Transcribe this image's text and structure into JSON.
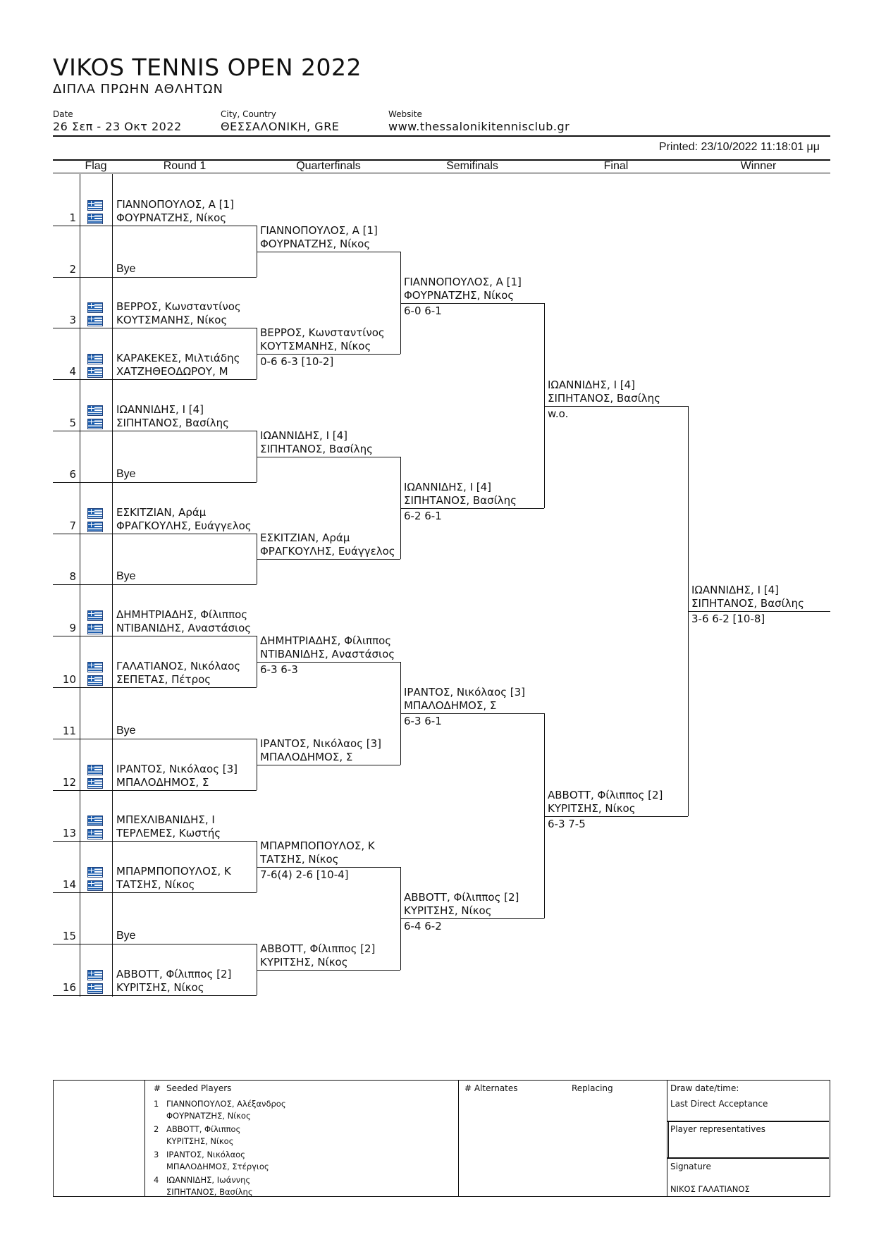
{
  "header": {
    "title": "VIKOS TENNIS OPEN 2022",
    "subtitle": "ΔΙΠΛΑ ΠΡΩΗΝ ΑΘΛΗΤΩΝ",
    "date_label": "Date",
    "date_value": "26 Σεπ - 23 Οκτ 2022",
    "city_label": "City, Country",
    "city_value": "ΘΕΣΣΑΛΟΝΙΚΗ, GRE",
    "website_label": "Website",
    "website_value": "www.thessalonikitennisclub.gr",
    "printed": "Printed: 23/10/2022 11:18:01 μμ"
  },
  "columns": {
    "flag": "Flag",
    "round1": "Round 1",
    "quarterfinals": "Quarterfinals",
    "semifinals": "Semifinals",
    "final": "Final",
    "winner": "Winner"
  },
  "round1": [
    {
      "num": "1",
      "p1": "ΓΙΑΝΝΟΠΟΥΛΟΣ, Α [1]",
      "p2": "ΦΟΥΡΝΑΤΖΗΣ, Νίκος"
    },
    {
      "num": "2",
      "bye": "Bye"
    },
    {
      "num": "3",
      "p1": "ΒΕΡΡΟΣ, Κωνσταντίνος",
      "p2": "ΚΟΥΤΣΜΑΝΗΣ, Νίκος"
    },
    {
      "num": "4",
      "p1": "ΚΑΡΑΚΕΚΕΣ, Μιλτιάδης",
      "p2": "ΧΑΤΖΗΘΕΟΔΩΡΟΥ, Μ"
    },
    {
      "num": "5",
      "p1": "ΙΩΑΝΝΙΔΗΣ, Ι [4]",
      "p2": "ΣΙΠΗΤΑΝΟΣ, Βασίλης"
    },
    {
      "num": "6",
      "bye": "Bye"
    },
    {
      "num": "7",
      "p1": "ΕΣΚΙΤΖΙΑΝ, Αράμ",
      "p2": "ΦΡΑΓΚΟΥΛΗΣ, Ευάγγελος"
    },
    {
      "num": "8",
      "bye": "Bye"
    },
    {
      "num": "9",
      "p1": "ΔΗΜΗΤΡΙΑΔΗΣ, Φίλιππος",
      "p2": "ΝΤΙΒΑΝΙΔΗΣ, Αναστάσιος"
    },
    {
      "num": "10",
      "p1": "ΓΑΛΑΤΙΑΝΟΣ, Νικόλαος",
      "p2": "ΣΕΠΕΤΑΣ, Πέτρος"
    },
    {
      "num": "11",
      "bye": "Bye"
    },
    {
      "num": "12",
      "p1": "ΙΡΑΝΤΟΣ, Νικόλαος [3]",
      "p2": "ΜΠΑΛΟΔΗΜΟΣ, Σ"
    },
    {
      "num": "13",
      "p1": "ΜΠΕΧΛΙΒΑΝΙΔΗΣ, Ι",
      "p2": "ΤΕΡΛΕΜΕΣ, Κωστής"
    },
    {
      "num": "14",
      "p1": "ΜΠΑΡΜΠΟΠΟΥΛΟΣ, Κ",
      "p2": "ΤΑΤΣΗΣ, Νίκος"
    },
    {
      "num": "15",
      "bye": "Bye"
    },
    {
      "num": "16",
      "p1": "ΑΒΒΟΤΤ, Φίλιππος [2]",
      "p2": "ΚΥΡΙΤΣΗΣ, Νίκος"
    }
  ],
  "quarterfinals": [
    {
      "p1": "ΓΙΑΝΝΟΠΟΥΛΟΣ, Α [1]",
      "p2": "ΦΟΥΡΝΑΤΖΗΣ, Νίκος",
      "score": ""
    },
    {
      "p1": "ΒΕΡΡΟΣ, Κωνσταντίνος",
      "p2": "ΚΟΥΤΣΜΑΝΗΣ, Νίκος",
      "score": "0-6 6-3 [10-2]"
    },
    {
      "p1": "ΙΩΑΝΝΙΔΗΣ, Ι [4]",
      "p2": "ΣΙΠΗΤΑΝΟΣ, Βασίλης",
      "score": ""
    },
    {
      "p1": "ΕΣΚΙΤΖΙΑΝ, Αράμ",
      "p2": "ΦΡΑΓΚΟΥΛΗΣ, Ευάγγελος",
      "score": ""
    },
    {
      "p1": "ΔΗΜΗΤΡΙΑΔΗΣ, Φίλιππος",
      "p2": "ΝΤΙΒΑΝΙΔΗΣ, Αναστάσιος",
      "score": "6-3 6-3"
    },
    {
      "p1": "ΙΡΑΝΤΟΣ, Νικόλαος [3]",
      "p2": "ΜΠΑΛΟΔΗΜΟΣ, Σ",
      "score": ""
    },
    {
      "p1": "ΜΠΑΡΜΠΟΠΟΥΛΟΣ, Κ",
      "p2": "ΤΑΤΣΗΣ, Νίκος",
      "score": "7-6(4) 2-6 [10-4]"
    },
    {
      "p1": "ΑΒΒΟΤΤ, Φίλιππος [2]",
      "p2": "ΚΥΡΙΤΣΗΣ, Νίκος",
      "score": ""
    }
  ],
  "semifinals": [
    {
      "p1": "ΓΙΑΝΝΟΠΟΥΛΟΣ, Α [1]",
      "p2": "ΦΟΥΡΝΑΤΖΗΣ, Νίκος",
      "score": "6-0 6-1"
    },
    {
      "p1": "ΙΩΑΝΝΙΔΗΣ, Ι [4]",
      "p2": "ΣΙΠΗΤΑΝΟΣ, Βασίλης",
      "score": "6-2 6-1"
    },
    {
      "p1": "ΙΡΑΝΤΟΣ, Νικόλαος [3]",
      "p2": "ΜΠΑΛΟΔΗΜΟΣ, Σ",
      "score": "6-3 6-1"
    },
    {
      "p1": "ΑΒΒΟΤΤ, Φίλιππος [2]",
      "p2": "ΚΥΡΙΤΣΗΣ, Νίκος",
      "score": "6-4 6-2"
    }
  ],
  "final": [
    {
      "p1": "ΙΩΑΝΝΙΔΗΣ, Ι [4]",
      "p2": "ΣΙΠΗΤΑΝΟΣ, Βασίλης",
      "score": "w.o."
    },
    {
      "p1": "ΑΒΒΟΤΤ, Φίλιππος [2]",
      "p2": "ΚΥΡΙΤΣΗΣ, Νίκος",
      "score": "6-3 7-5"
    }
  ],
  "winner": {
    "p1": "ΙΩΑΝΝΙΔΗΣ, Ι [4]",
    "p2": "ΣΙΠΗΤΑΝΟΣ, Βασίλης",
    "score": "3-6 6-2 [10-8]"
  },
  "footer": {
    "seeded_hash": "#",
    "seeded_title": "Seeded Players",
    "seeds": [
      {
        "num": "1",
        "p1": "ΓΙΑΝΝΟΠΟΥΛΟΣ, Αλέξανδρος",
        "p2": "ΦΟΥΡΝΑΤΖΗΣ, Νίκος"
      },
      {
        "num": "2",
        "p1": "ΑΒΒΟΤΤ, Φίλιππος",
        "p2": "ΚΥΡΙΤΣΗΣ, Νίκος"
      },
      {
        "num": "3",
        "p1": "ΙΡΑΝΤΟΣ, Νικόλαος",
        "p2": "ΜΠΑΛΟΔΗΜΟΣ, Στέργιος"
      },
      {
        "num": "4",
        "p1": "ΙΩΑΝΝΙΔΗΣ, Ιωάννης",
        "p2": "ΣΙΠΗΤΑΝΟΣ, Βασίλης"
      }
    ],
    "alternates_title": "# Alternates",
    "replacing_title": "Replacing",
    "draw_datetime": "Draw date/time:",
    "last_direct_acceptance": "Last Direct Acceptance",
    "player_representatives": "Player representatives",
    "signature": "Signature",
    "signature_name": "ΝΙΚΟΣ ΓΑΛΑΤΙΑΝΟΣ"
  },
  "colors": {
    "flag_blue": "#1f5fae",
    "line": "#111111"
  }
}
